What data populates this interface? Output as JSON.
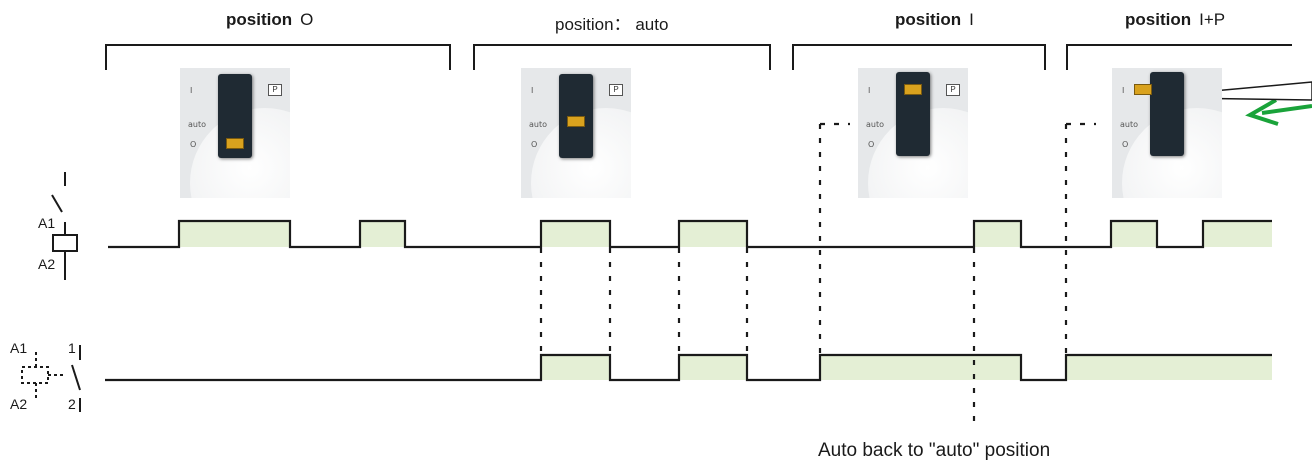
{
  "headers": [
    {
      "bold": "position",
      "mode": "O"
    },
    {
      "bold": "",
      "mode": "position： auto"
    },
    {
      "bold": "position",
      "mode": "I"
    },
    {
      "bold": "position",
      "mode": "I+P"
    }
  ],
  "annotation": "Auto back to \"auto\" position",
  "symbols": {
    "coil_top": "A1",
    "coil_bottom": "A2",
    "switch_label_top": "I",
    "contact_a1": "A1",
    "contact_a2": "A2",
    "contact_1": "1",
    "contact_2": "2"
  },
  "photo_labels": {
    "on_mark": "I",
    "auto_mark": "auto",
    "off_mark": "O",
    "p_tag": "P"
  },
  "colors": {
    "pulse_fill": "#e4efd5",
    "line": "#1a1a1a",
    "arrow": "#1aa33a"
  }
}
